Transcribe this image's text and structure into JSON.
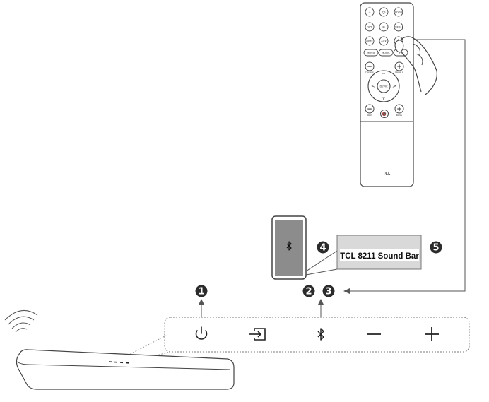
{
  "remote": {
    "row1": [
      "",
      "",
      "ZOOM"
    ],
    "row2": [
      "OPT",
      "",
      "TREBLE"
    ],
    "row3": [
      "OPTE",
      "AUX",
      ""
    ],
    "modes": [
      "MOVIE",
      "MUSIC",
      "TV"
    ],
    "treble_minus": "TREBLE",
    "treble_plus": "TREBLE",
    "center": "DEVIC",
    "bass_minus": "BASS",
    "bass_plus": "BASS",
    "brand": "TCL"
  },
  "popup": {
    "device_name": "TCL 8211 Sound Bar"
  },
  "steps": {
    "s1": "1",
    "s2": "2",
    "s3": "3",
    "s4": "4",
    "s5": "5"
  },
  "icons": {
    "power": "power-icon",
    "input": "input-icon",
    "bluetooth": "bluetooth-icon",
    "minus": "volume-down-icon",
    "plus": "volume-up-icon"
  },
  "colors": {
    "line": "#555555",
    "badge": "#2b2b2b",
    "phone_screen": "#8c8c8c",
    "popup_bg": "#d9d9d9"
  }
}
